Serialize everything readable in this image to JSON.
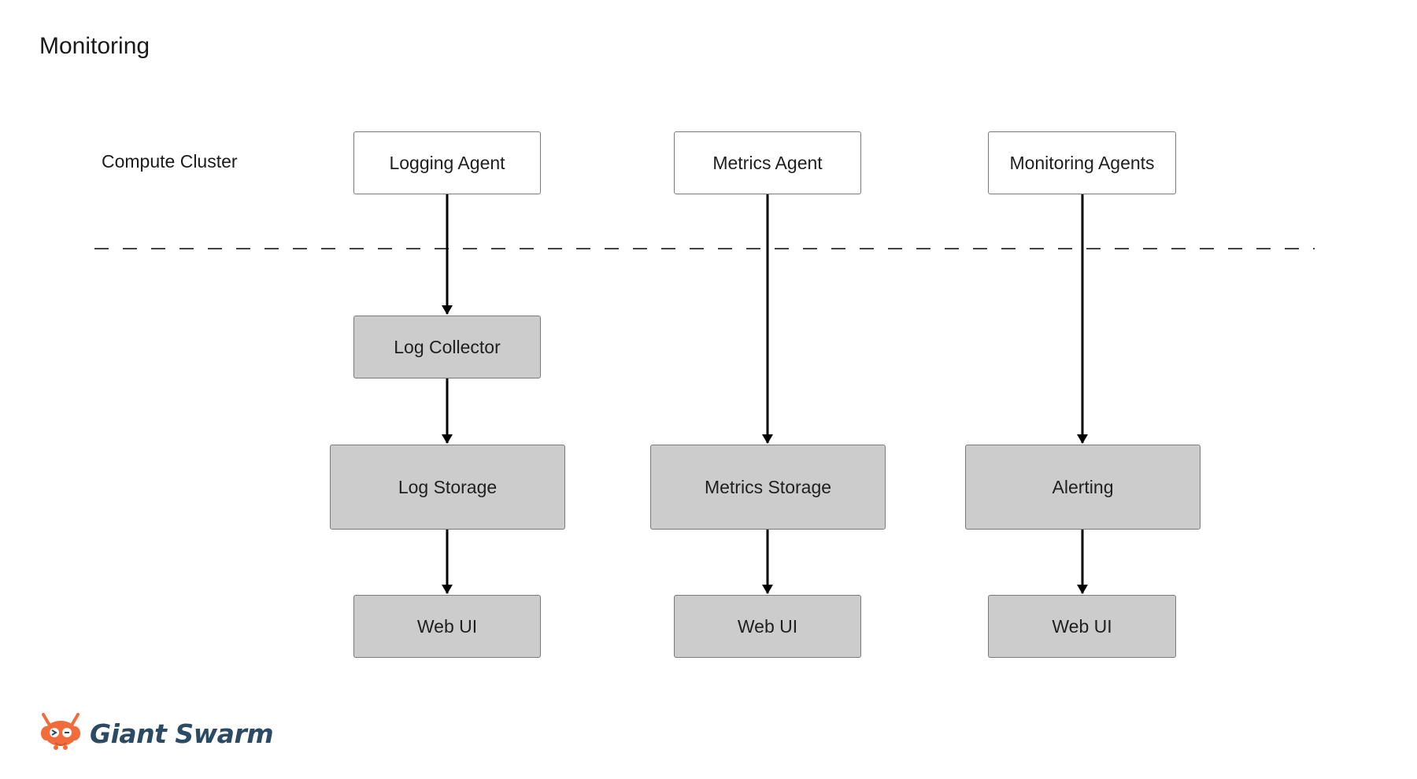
{
  "title": "Monitoring",
  "zone_label": "Compute Cluster",
  "nodes": {
    "logging_agent": "Logging Agent",
    "metrics_agent": "Metrics Agent",
    "monitoring_agents": "Monitoring Agents",
    "log_collector": "Log Collector",
    "log_storage": "Log Storage",
    "metrics_storage": "Metrics Storage",
    "alerting": "Alerting",
    "web_ui_1": "Web UI",
    "web_ui_2": "Web UI",
    "web_ui_3": "Web UI"
  },
  "edges": [
    {
      "from": "Logging Agent",
      "to": "Log Collector"
    },
    {
      "from": "Log Collector",
      "to": "Log Storage"
    },
    {
      "from": "Log Storage",
      "to": "Web UI"
    },
    {
      "from": "Metrics Agent",
      "to": "Metrics Storage"
    },
    {
      "from": "Metrics Storage",
      "to": "Web UI"
    },
    {
      "from": "Monitoring Agents",
      "to": "Alerting"
    },
    {
      "from": "Alerting",
      "to": "Web UI"
    }
  ],
  "brand": {
    "name": "Giant Swarm",
    "logo_icon": "ant-mascot-icon",
    "logo_color": "#f26b3a",
    "text_color": "#2b4a63"
  },
  "colors": {
    "agent_fill": "#ffffff",
    "service_fill": "#cccccc",
    "border": "#7a7a7a",
    "line": "#000000"
  }
}
